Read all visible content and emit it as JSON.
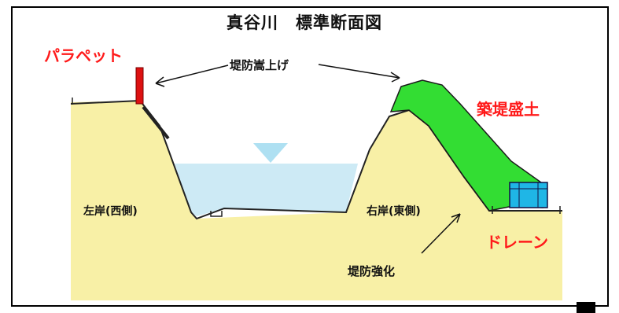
{
  "diagram": {
    "title": "真谷川　標準断面図",
    "labels": {
      "parapet": "パラペット",
      "levee_raise": "堤防嵩上げ",
      "embankment": "築堤盛土",
      "left_bank": "左岸(西側)",
      "right_bank": "右岸(東側)",
      "drain": "ドレーン",
      "levee_reinforce": "堤防強化"
    },
    "colors": {
      "ground": "#f8f0a6",
      "water": "#cdeaf5",
      "embankment": "#33dd33",
      "parapet": "#dd1111",
      "drain": "#1fb6e6",
      "red_text": "#ff1a1a"
    }
  }
}
